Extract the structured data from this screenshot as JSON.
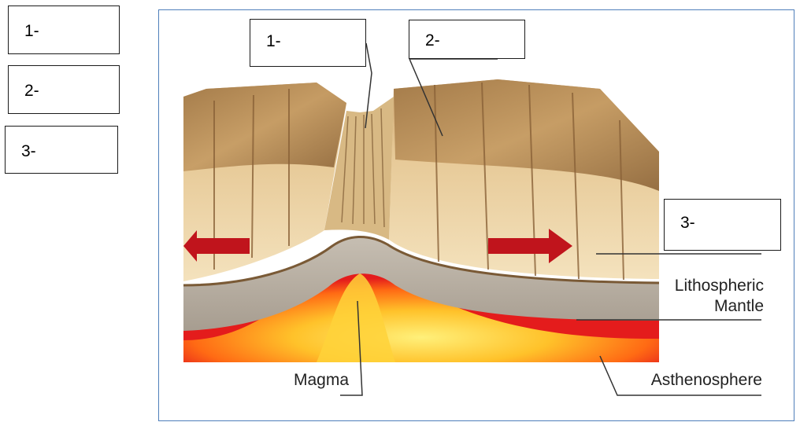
{
  "answer_boxes": [
    {
      "label": "1-"
    },
    {
      "label": "2-"
    },
    {
      "label": "3-"
    }
  ],
  "diagram": {
    "callouts": [
      {
        "label": "1-"
      },
      {
        "label": "2-"
      },
      {
        "label": "3-"
      }
    ],
    "layer_labels": {
      "lithospheric_mantle_line1": "Lithospheric",
      "lithospheric_mantle_line2": "Mantle",
      "magma": "Magma",
      "asthenosphere": "Asthenosphere"
    },
    "arrows": [
      {
        "direction": "left",
        "color": "#c0141c"
      },
      {
        "direction": "right",
        "color": "#c0141c"
      }
    ],
    "colors": {
      "frame": "#4f7fba",
      "crust": "#f0d9a8",
      "crust_top": "#b58b57",
      "mantle": "#b7aea2",
      "asthenosphere": "#e41c1c",
      "magma_core": "#ffd23a"
    }
  }
}
